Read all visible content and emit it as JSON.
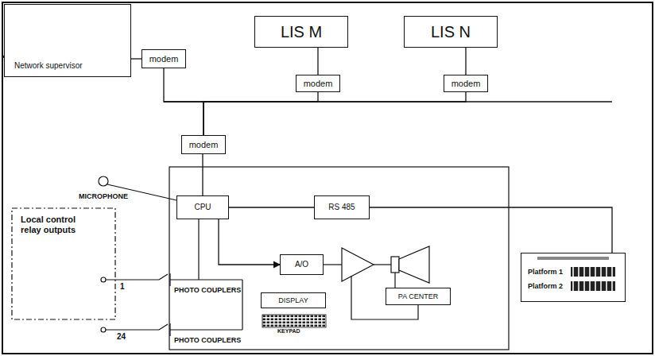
{
  "diagram": {
    "nodes": [
      {
        "text": [
          "Network supervisor"
        ]
      },
      {
        "text": [
          "modem"
        ]
      },
      {
        "text": [
          "LIS M"
        ]
      },
      {
        "text": [
          "LIS N"
        ]
      },
      {
        "text": [
          "modem"
        ]
      },
      {
        "text": [
          "modem"
        ]
      },
      {
        "text": [
          "modem"
        ]
      },
      {
        "text": [
          "Local control relay outputs"
        ]
      },
      {
        "text": [
          "CPU"
        ]
      },
      {
        "text": [
          "RS 485"
        ]
      },
      {
        "text": [
          "A/O"
        ]
      },
      {
        "text": [
          "DISPLAY"
        ]
      },
      {
        "text": [
          "PA CENTER"
        ]
      },
      {
        "text": [
          "Platform 1",
          "Platform 2"
        ]
      }
    ],
    "edges": [
      {
        "from": 0,
        "to": 1,
        "arrow": "none"
      },
      {
        "from": 2,
        "to": 4,
        "arrow": "none"
      },
      {
        "from": 3,
        "to": 5,
        "arrow": "none"
      },
      {
        "from": 1,
        "to": 6,
        "arrow": "none"
      },
      {
        "from": 4,
        "to": 6,
        "arrow": "none"
      },
      {
        "from": 5,
        "to": 6,
        "arrow": "none"
      },
      {
        "from": 6,
        "to": 8,
        "arrow": "none"
      },
      {
        "from": 8,
        "to": 9,
        "arrow": "none"
      },
      {
        "from": 8,
        "to": 10,
        "arrow": "to"
      },
      {
        "from": 9,
        "to": 13,
        "arrow": "none"
      }
    ],
    "labels": [
      "MICROPHONE",
      "1",
      "PHOTO COUPLERS",
      "24",
      "PHOTO COUPLERS",
      "KEYPAD"
    ]
  }
}
